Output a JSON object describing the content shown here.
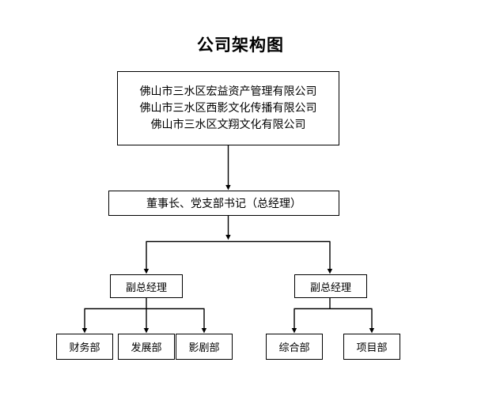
{
  "chart_data": {
    "type": "diagram",
    "title": "公司架构图",
    "orientation": "top-down",
    "nodes": [
      {
        "id": "root",
        "lines": [
          "佛山市三水区宏益资产管理有限公司",
          "佛山市三水区西影文化传播有限公司",
          "佛山市三水区文翔文化有限公司"
        ],
        "level": 0
      },
      {
        "id": "chairman",
        "label": "董事长、党支部书记（总经理）",
        "level": 1
      },
      {
        "id": "deputy-left",
        "label": "副总经理",
        "level": 2
      },
      {
        "id": "deputy-right",
        "label": "副总经理",
        "level": 2
      },
      {
        "id": "dept-finance",
        "label": "财务部",
        "level": 3
      },
      {
        "id": "dept-develop",
        "label": "发展部",
        "level": 3
      },
      {
        "id": "dept-film",
        "label": "影剧部",
        "level": 3
      },
      {
        "id": "dept-general",
        "label": "综合部",
        "level": 3
      },
      {
        "id": "dept-project",
        "label": "项目部",
        "level": 3
      }
    ],
    "edges": [
      {
        "from": "root",
        "to": "chairman",
        "arrow": true
      },
      {
        "from": "chairman",
        "to": "deputy-left",
        "arrow": true
      },
      {
        "from": "chairman",
        "to": "deputy-right",
        "arrow": true
      },
      {
        "from": "deputy-left",
        "to": "dept-finance",
        "arrow": true
      },
      {
        "from": "deputy-left",
        "to": "dept-develop",
        "arrow": true
      },
      {
        "from": "deputy-left",
        "to": "dept-film",
        "arrow": true
      },
      {
        "from": "deputy-right",
        "to": "dept-general",
        "arrow": true
      },
      {
        "from": "deputy-right",
        "to": "dept-project",
        "arrow": true
      }
    ],
    "colors": {
      "background": "#ffffff",
      "line": "#000000",
      "text": "#000000",
      "box_fill": "#ffffff"
    }
  },
  "title": {
    "text": "公司架构图"
  },
  "root_box": {
    "line1": "佛山市三水区宏益资产管理有限公司",
    "line2": "佛山市三水区西影文化传播有限公司",
    "line3": "佛山市三水区文翔文化有限公司"
  },
  "chairman_box": {
    "label": "董事长、党支部书记（总经理）"
  },
  "deputy_boxes": {
    "left": "副总经理",
    "right": "副总经理"
  },
  "department_boxes": {
    "finance": "财务部",
    "development": "发展部",
    "film_drama": "影剧部",
    "general_affairs": "综合部",
    "project": "项目部"
  }
}
